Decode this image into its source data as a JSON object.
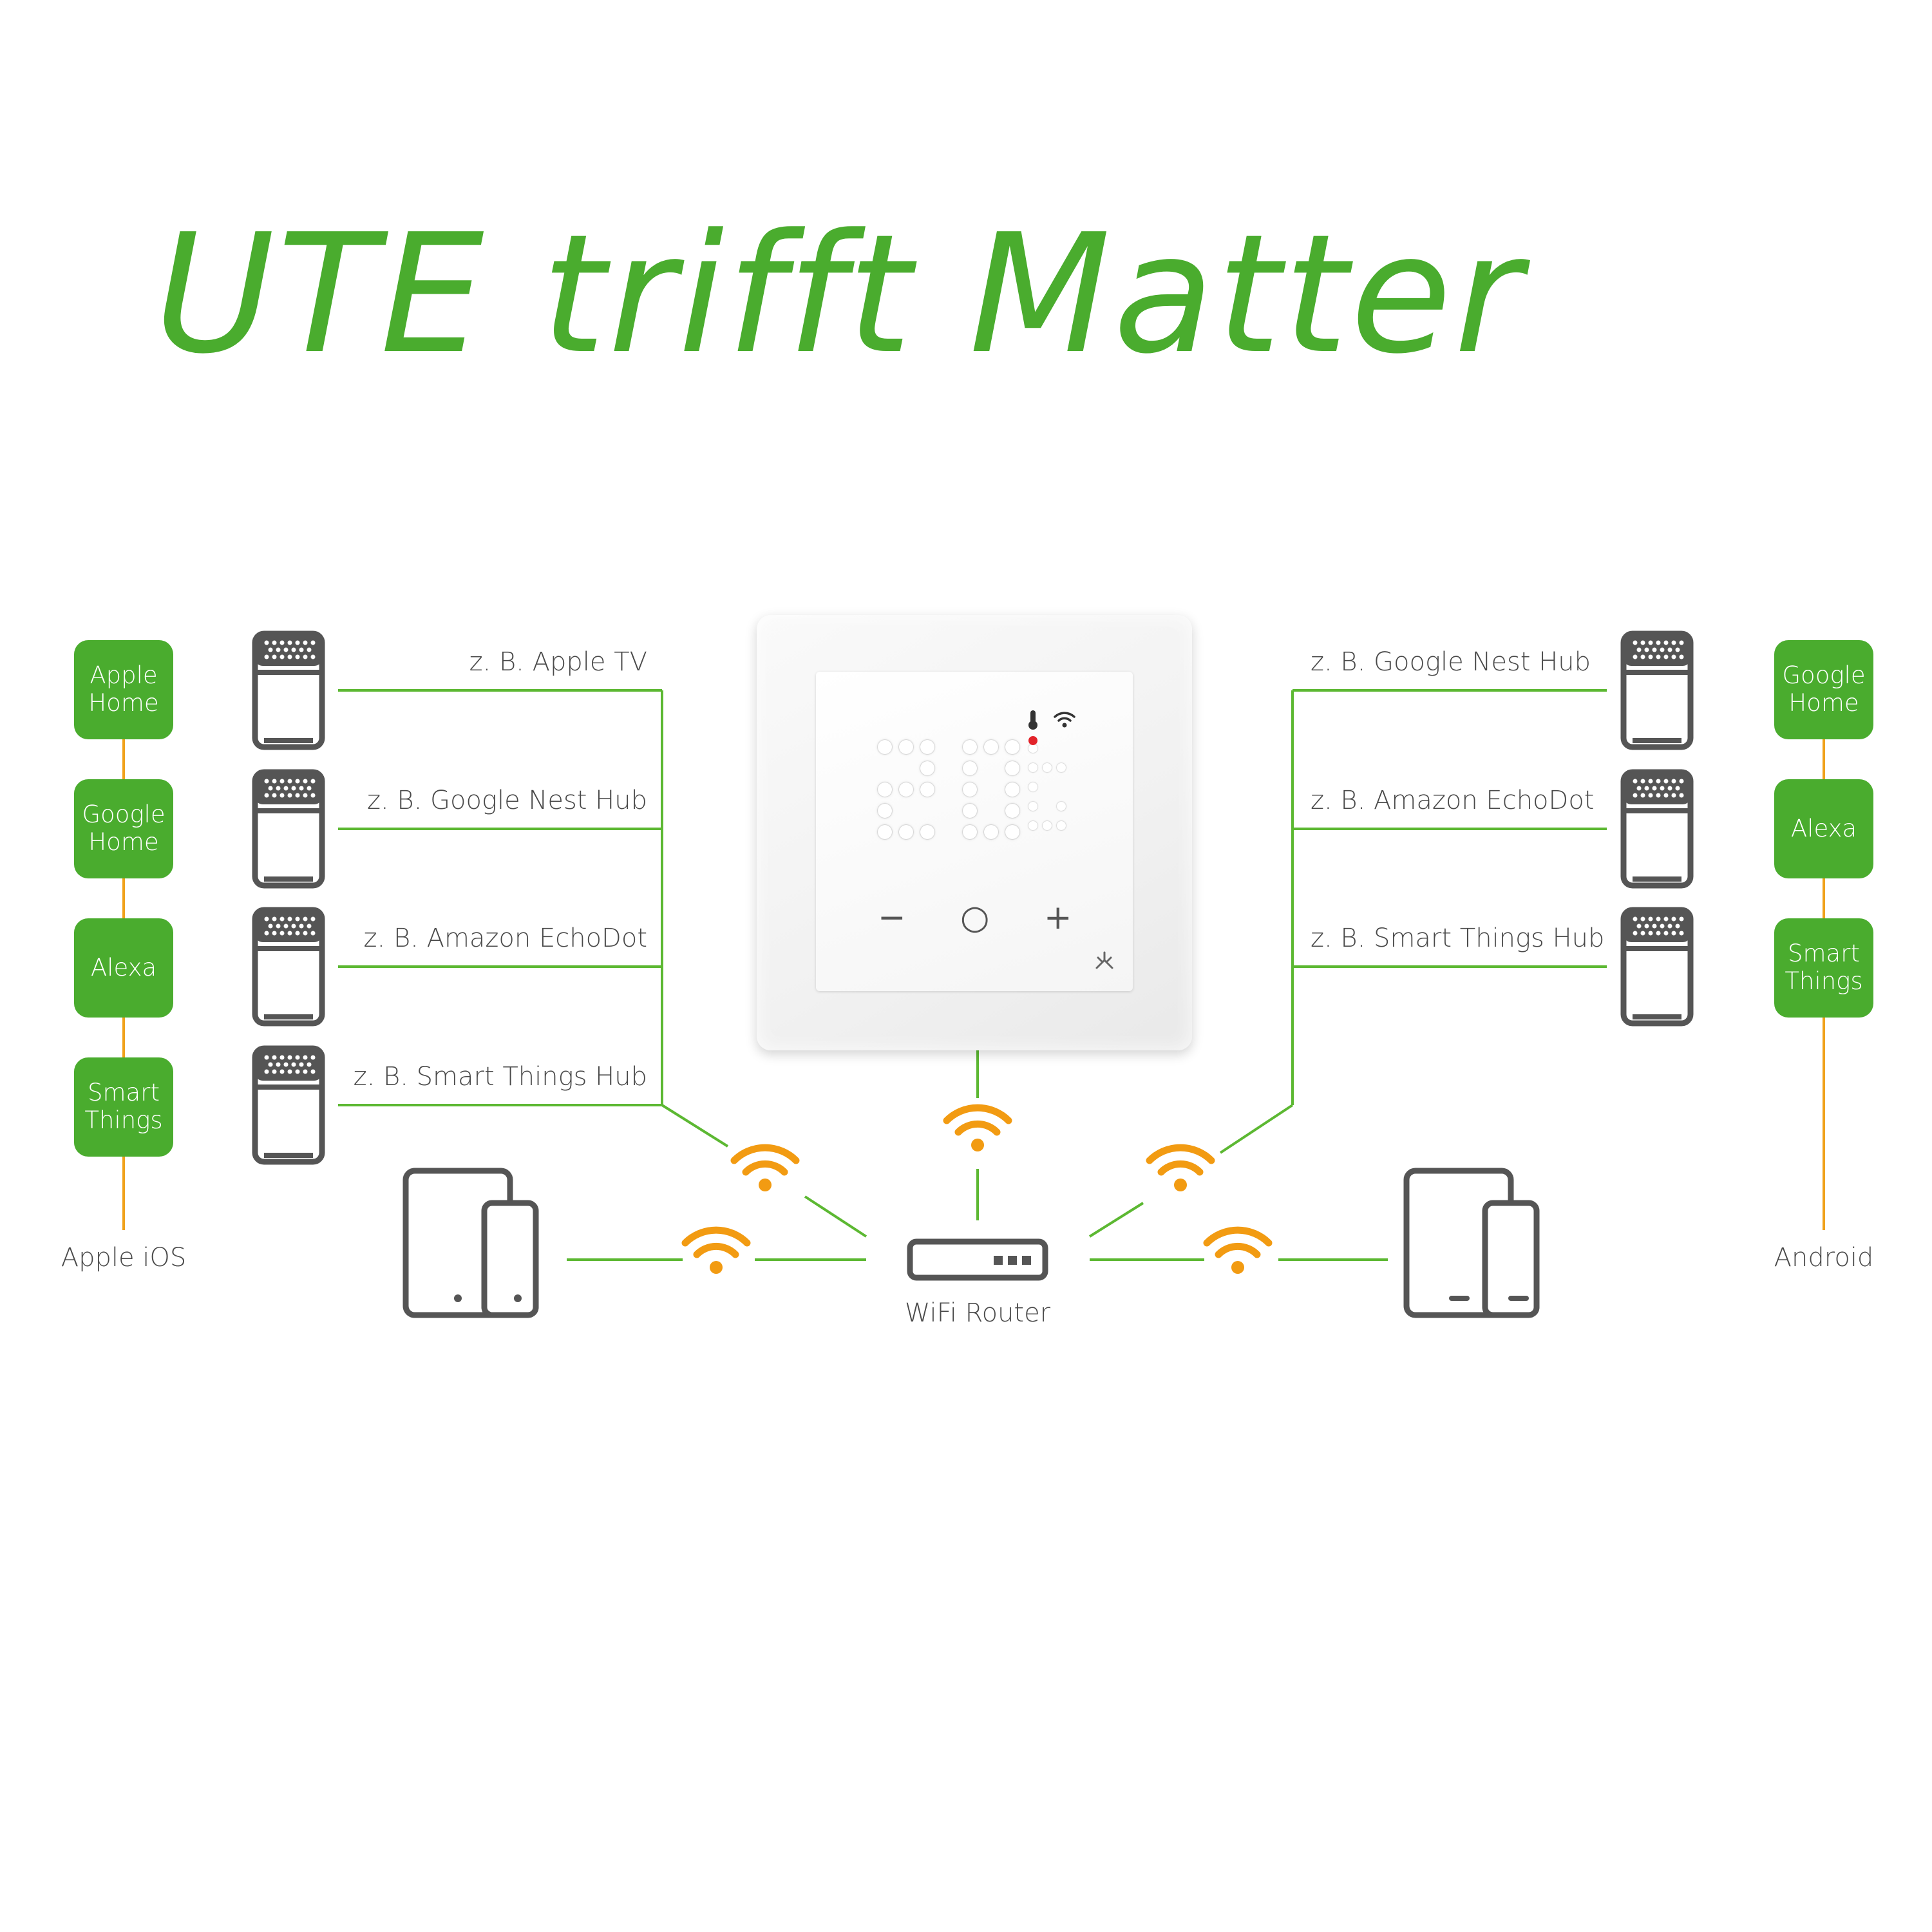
{
  "title": "UTE trifft Matter",
  "left_platform": {
    "label": "Apple iOS",
    "apps": [
      "Apple\nHome",
      "Google\nHome",
      "Alexa",
      "Smart\nThings"
    ]
  },
  "right_platform": {
    "label": "Android",
    "apps": [
      "Google\nHome",
      "Alexa",
      "Smart\nThings"
    ]
  },
  "left_hubs": [
    "z. B. Apple TV",
    "z. B. Google Nest Hub",
    "z. B. Amazon EchoDot",
    "z. B. Smart Things Hub"
  ],
  "right_hubs": [
    "z. B. Google Nest Hub",
    "z. B. Amazon EchoDot",
    "z. B. Smart Things Hub"
  ],
  "router_label": "WiFi Router",
  "thermostat": {
    "buttons": {
      "minus": "−",
      "power": "○",
      "plus": "+"
    }
  },
  "colors": {
    "title": "#4aac2e",
    "pill": "#4aac2e",
    "connector_line": "#5cb832",
    "platform_line": "#f0a21c",
    "wifi_icon": "#f29b12",
    "device_outline": "#555555",
    "temperature_indicator": "#e2232a"
  },
  "icons": {
    "hub": "smart-speaker-icon",
    "wifi": "wifi-icon",
    "router": "router-icon",
    "mobile": "tablet-phone-icon",
    "temperature": "thermometer-icon",
    "thermostat_wifi": "wifi-icon",
    "thermostat_logo": "matter-logo-icon"
  }
}
